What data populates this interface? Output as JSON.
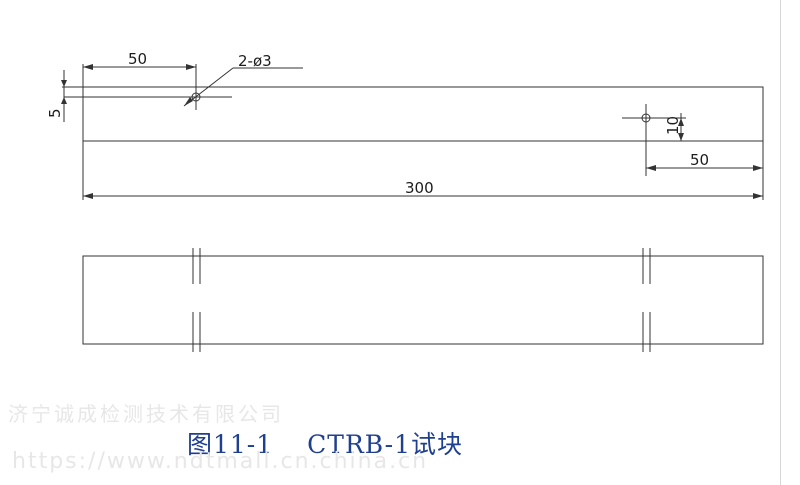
{
  "top_view": {
    "dim_top_left_length": "50",
    "dim_hole_callout": "2-ø3",
    "dim_vertical_offset": "5",
    "dim_hole_depth": "10",
    "dim_bottom_right_length": "50",
    "dim_total_length": "300"
  },
  "caption": {
    "figure_number": "图11-1",
    "block_title": "CTRB-1试块"
  },
  "watermark": {
    "company": "济宁诚成检测技术有限公司",
    "url": "https://www.ndtmall.cn.china.cn"
  }
}
